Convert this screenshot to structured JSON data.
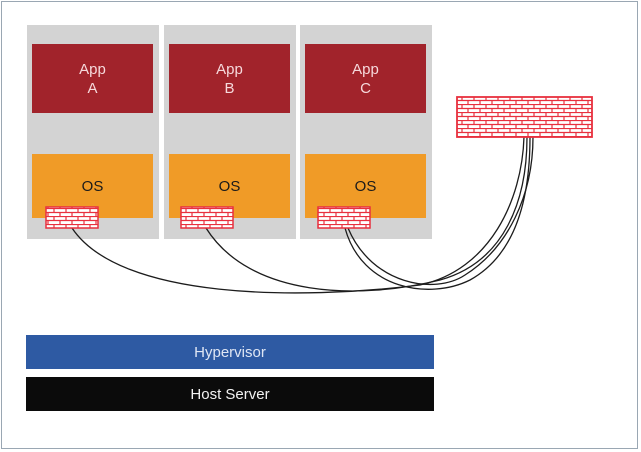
{
  "vms": [
    {
      "app_line1": "App",
      "app_line2": "A",
      "os": "OS"
    },
    {
      "app_line1": "App",
      "app_line2": "B",
      "os": "OS"
    },
    {
      "app_line1": "App",
      "app_line2": "C",
      "os": "OS"
    }
  ],
  "hypervisor_label": "Hypervisor",
  "host_label": "Host Server",
  "colors": {
    "app": "#a1232b",
    "os": "#f09b27",
    "vm_bg": "#d3d3d3",
    "hypervisor": "#2e5aa3",
    "host": "#0b0b0b",
    "firewall": "#e8303e"
  },
  "icons": [
    "firewall-icon",
    "connection-line"
  ]
}
